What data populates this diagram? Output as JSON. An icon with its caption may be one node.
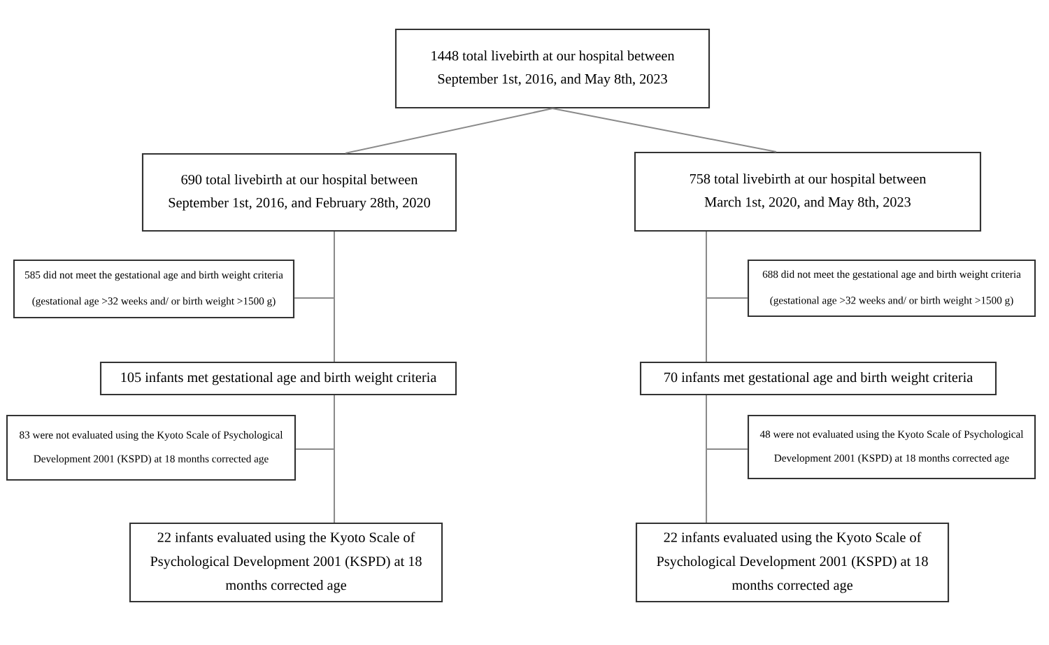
{
  "diagram": {
    "nodes": [
      {
        "text": [
          "1448 total livebirth at our hospital between September 1st, 2016, and May 8th, 2023"
        ]
      },
      {
        "text": [
          "690 total livebirth at our hospital between September 1st, 2016, and February 28th, 2020"
        ]
      },
      {
        "text": [
          "758 total livebirth at our hospital between March 1st, 2020, and May 8th, 2023"
        ]
      },
      {
        "text": [
          "585 did not meet the gestational age and birth weight criteria (gestational age >32 weeks and/ or birth weight >1500 g)"
        ]
      },
      {
        "text": [
          "688 did not meet the gestational age and birth weight criteria (gestational age >32 weeks and/ or birth weight >1500 g)"
        ]
      },
      {
        "text": [
          "105 infants met gestational age and birth weight criteria"
        ]
      },
      {
        "text": [
          "70 infants met gestational age and birth weight criteria"
        ]
      },
      {
        "text": [
          "83 were not evaluated using the Kyoto Scale of Psychological Development 2001 (KSPD) at 18 months corrected age"
        ]
      },
      {
        "text": [
          "48 were not evaluated using the Kyoto Scale of Psychological Development 2001 (KSPD) at 18 months corrected age"
        ]
      },
      {
        "text": [
          "22 infants evaluated using the Kyoto Scale of Psychological Development 2001 (KSPD) at 18 months corrected age"
        ]
      },
      {
        "text": [
          "22 infants evaluated using the Kyoto Scale of Psychological Development 2001 (KSPD) at 18 months corrected age"
        ]
      }
    ],
    "edges": [
      {
        "from": 0,
        "to": 1,
        "arrow": "none"
      },
      {
        "from": 0,
        "to": 2,
        "arrow": "none"
      },
      {
        "from": 1,
        "to": 5,
        "arrow": "none"
      },
      {
        "from": 1,
        "to": 3,
        "arrow": "none"
      },
      {
        "from": 2,
        "to": 6,
        "arrow": "none"
      },
      {
        "from": 2,
        "to": 4,
        "arrow": "none"
      },
      {
        "from": 5,
        "to": 9,
        "arrow": "none"
      },
      {
        "from": 5,
        "to": 7,
        "arrow": "none"
      },
      {
        "from": 6,
        "to": 10,
        "arrow": "none"
      },
      {
        "from": 6,
        "to": 8,
        "arrow": "none"
      }
    ]
  }
}
